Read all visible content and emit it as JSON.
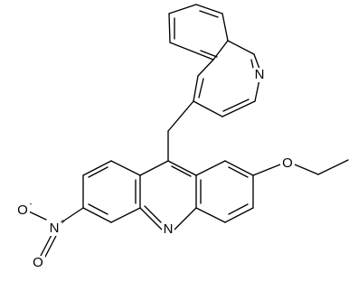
{
  "molecule": {
    "atom_labels": {
      "quinoline_n": "N",
      "acridine_n": "N",
      "ether_o": "O",
      "nitro_n": "N",
      "nitro_o_upper": "O",
      "nitro_o_lower": "O"
    },
    "charges": {
      "nitro_n_charge": "+",
      "nitro_o_charge": "-"
    }
  }
}
